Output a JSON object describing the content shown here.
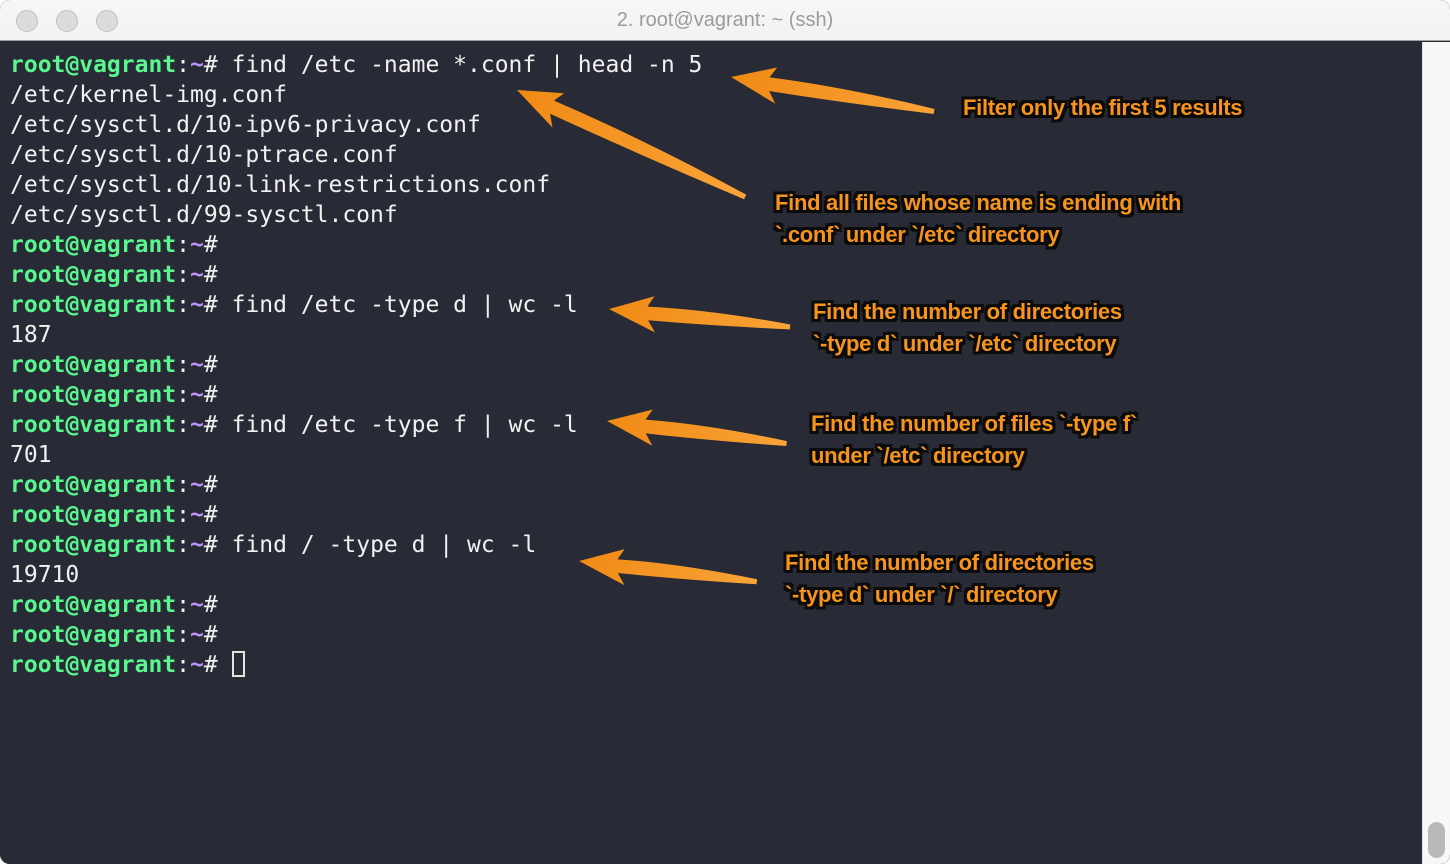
{
  "window": {
    "title": "2. root@vagrant: ~ (ssh)",
    "controls": [
      {
        "icon": "close-window-icon"
      },
      {
        "icon": "minimize-window-icon"
      },
      {
        "icon": "zoom-window-icon"
      }
    ]
  },
  "colors": {
    "terminal_background": "#282a36",
    "terminal_foreground": "#f1f1f0",
    "prompt_green": "#5af78e",
    "prompt_purple": "#bd93f9",
    "annotation_orange": "#f7941d",
    "titlebar_text": "#9b9b9b"
  },
  "terminal": {
    "prompt": {
      "user_host": "root@vagrant",
      "separator": ":",
      "cwd": "~",
      "symbol": "#"
    },
    "lines": [
      {
        "type": "command",
        "text": "find /etc -name *.conf | head -n 5"
      },
      {
        "type": "output",
        "text": "/etc/kernel-img.conf"
      },
      {
        "type": "output",
        "text": "/etc/sysctl.d/10-ipv6-privacy.conf"
      },
      {
        "type": "output",
        "text": "/etc/sysctl.d/10-ptrace.conf"
      },
      {
        "type": "output",
        "text": "/etc/sysctl.d/10-link-restrictions.conf"
      },
      {
        "type": "output",
        "text": "/etc/sysctl.d/99-sysctl.conf"
      },
      {
        "type": "prompt"
      },
      {
        "type": "prompt"
      },
      {
        "type": "command",
        "text": "find /etc -type d | wc -l"
      },
      {
        "type": "output",
        "text": "187"
      },
      {
        "type": "prompt"
      },
      {
        "type": "prompt"
      },
      {
        "type": "command",
        "text": "find /etc -type f | wc -l"
      },
      {
        "type": "output",
        "text": "701"
      },
      {
        "type": "prompt"
      },
      {
        "type": "prompt"
      },
      {
        "type": "command",
        "text": "find / -type d | wc -l"
      },
      {
        "type": "output",
        "text": "19710"
      },
      {
        "type": "prompt"
      },
      {
        "type": "prompt"
      },
      {
        "type": "prompt_with_cursor"
      }
    ]
  },
  "annotations": [
    {
      "id": "filter-first-5",
      "lines": [
        "Filter only the first 5 results"
      ]
    },
    {
      "id": "find-conf-files",
      "lines": [
        "Find all files whose name is ending with",
        "`.conf` under `/etc` directory"
      ]
    },
    {
      "id": "count-dirs-etc",
      "lines": [
        "Find the number of directories",
        "`-type d` under `/etc` directory"
      ]
    },
    {
      "id": "count-files-etc",
      "lines": [
        "Find the number of files `-type f`",
        "under `/etc` directory"
      ]
    },
    {
      "id": "count-dirs-root",
      "lines": [
        "Find the number of directories",
        "`-type d` under `/` directory"
      ]
    }
  ]
}
